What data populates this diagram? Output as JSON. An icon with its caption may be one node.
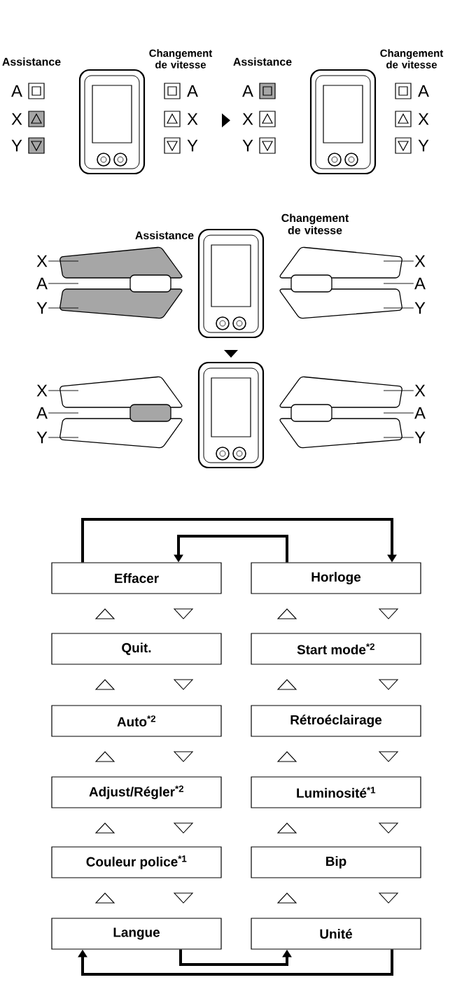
{
  "diagram": {
    "nodes": [
      {
        "text": [
          "Effacer"
        ]
      },
      {
        "text": [
          "Horloge"
        ]
      },
      {
        "text": [
          "Quit."
        ]
      },
      {
        "text": [
          "Start mode$^{*2}$"
        ]
      },
      {
        "text": [
          "Auto$^{*2}$"
        ]
      },
      {
        "text": [
          "Rétroéclairage"
        ]
      },
      {
        "text": [
          "Adjust/Régler$^{*2}$"
        ]
      },
      {
        "text": [
          "Luminosité$^{*1}$"
        ]
      },
      {
        "text": [
          "Couleur police$^{*1}$"
        ]
      },
      {
        "text": [
          "Bip"
        ]
      },
      {
        "text": [
          "Langue"
        ]
      },
      {
        "text": [
          "Unité"
        ]
      },
      {
        "text": [
          "X"
        ]
      },
      {
        "text": [
          "A"
        ]
      },
      {
        "text": [
          "Y"
        ]
      },
      {
        "text": [
          "X"
        ]
      },
      {
        "text": [
          "A"
        ]
      },
      {
        "text": [
          "Y"
        ]
      },
      {
        "text": [
          "X"
        ]
      },
      {
        "text": [
          "A"
        ]
      },
      {
        "text": [
          "Y"
        ]
      },
      {
        "text": [
          "X"
        ]
      },
      {
        "text": [
          "A"
        ]
      },
      {
        "text": [
          "Y"
        ]
      }
    ],
    "edges": [
      {
        "from": 0,
        "to": 1,
        "arrow": "to",
        "style": "thick"
      },
      {
        "from": 1,
        "to": 0,
        "arrow": "to",
        "style": "thick"
      },
      {
        "from": 10,
        "to": 11,
        "arrow": "to",
        "style": "thick"
      },
      {
        "from": 11,
        "to": 10,
        "arrow": "to",
        "style": "thick"
      },
      {
        "from": 12,
        "to": null,
        "arrow": "none"
      },
      {
        "from": 13,
        "to": null,
        "arrow": "none"
      },
      {
        "from": 14,
        "to": null,
        "arrow": "none"
      },
      {
        "from": 15,
        "to": null,
        "arrow": "none"
      },
      {
        "from": 16,
        "to": null,
        "arrow": "none"
      },
      {
        "from": 17,
        "to": null,
        "arrow": "none"
      },
      {
        "from": 18,
        "to": null,
        "arrow": "none"
      },
      {
        "from": 19,
        "to": null,
        "arrow": "none"
      },
      {
        "from": 20,
        "to": null,
        "arrow": "none"
      },
      {
        "from": 21,
        "to": null,
        "arrow": "none"
      },
      {
        "from": 22,
        "to": null,
        "arrow": "none"
      },
      {
        "from": 23,
        "to": null,
        "arrow": "none"
      }
    ],
    "labels": [
      "Assistance",
      "Changement de vitesse",
      "A",
      "X",
      "Y",
      "A",
      "X",
      "Y",
      "Assistance",
      "Changement de vitesse",
      "A",
      "X",
      "Y",
      "A",
      "X",
      "Y",
      "Assistance",
      "Changement de vitesse"
    ]
  }
}
